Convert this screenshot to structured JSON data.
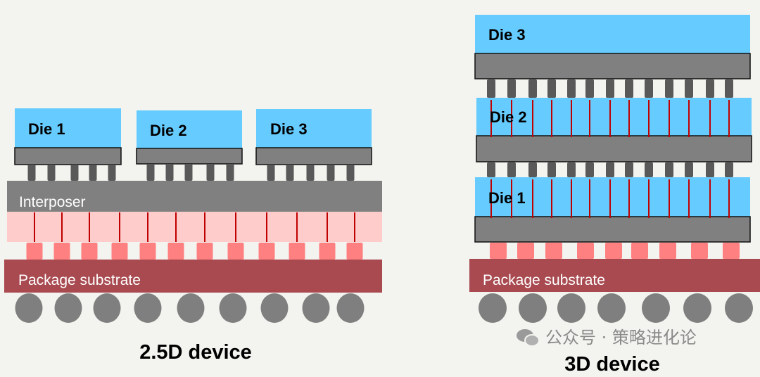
{
  "colors": {
    "die": "#66ccff",
    "die_base": "#808080",
    "micro_bump": "#595959",
    "interposer": "#808080",
    "tsv_region": "#ffcccc",
    "tsv": "#c00000",
    "c4_bump": "#ff8080",
    "substrate": "#a84a50",
    "solder_ball": "#7f7f7f"
  },
  "left_diagram": {
    "dies": [
      {
        "label": "Die 1"
      },
      {
        "label": "Die 2"
      },
      {
        "label": "Die 3"
      }
    ],
    "interposer_label": "Interposer",
    "substrate_label": "Package substrate",
    "caption": "2.5D device"
  },
  "right_diagram": {
    "dies": [
      {
        "label": "Die 1"
      },
      {
        "label": "Die 2"
      },
      {
        "label": "Die 3"
      }
    ],
    "substrate_label": "Package substrate",
    "caption": "3D device"
  },
  "watermark": {
    "icon": "wechat-icon",
    "text": "公众号 · 策略进化论"
  }
}
